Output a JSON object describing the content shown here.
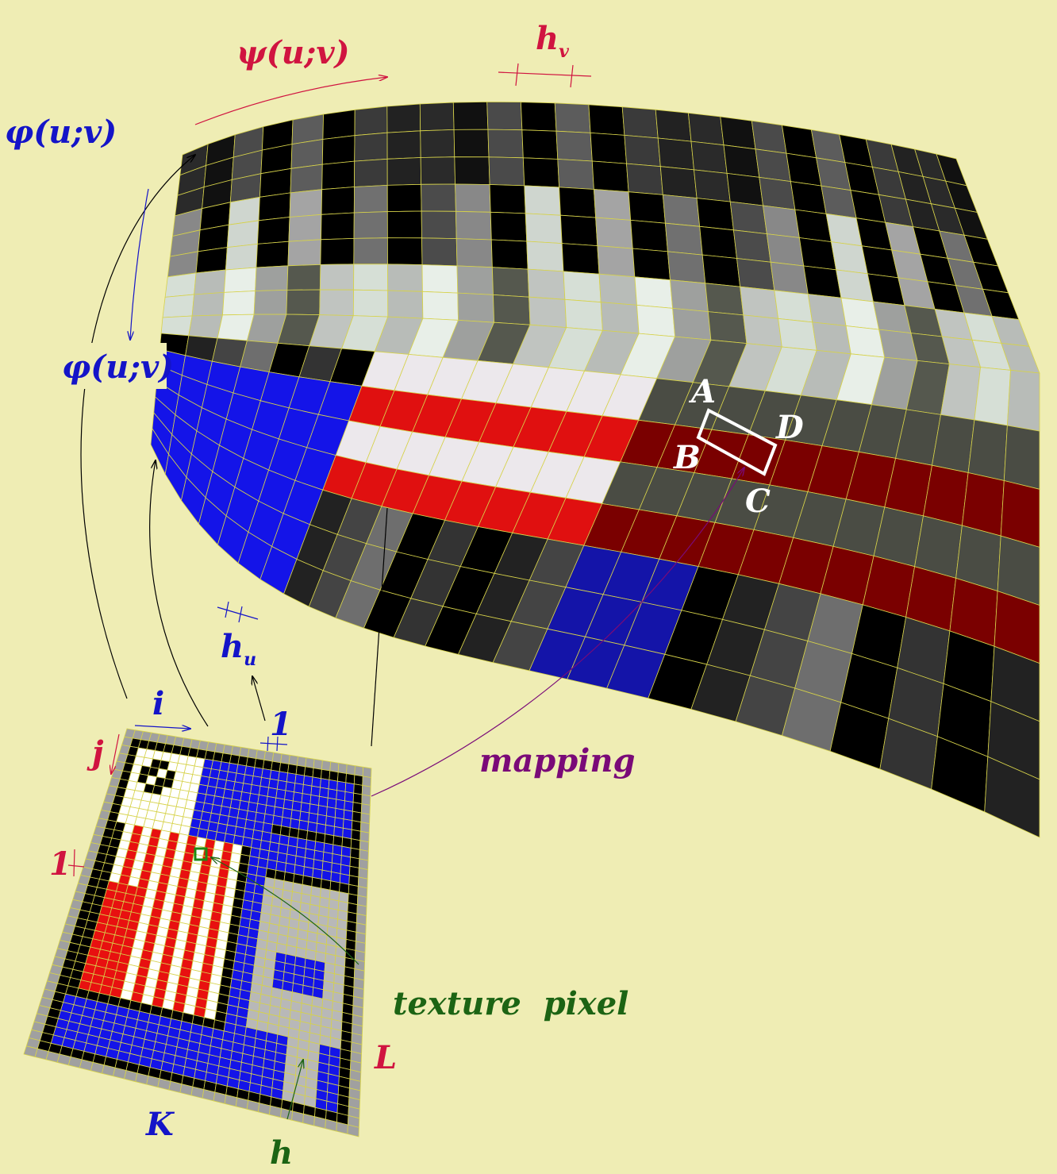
{
  "labels": {
    "psi": "ψ(u;v)",
    "h_v_base": "h",
    "h_v_sub": "v",
    "phi_top": "φ(u;v)",
    "phi_mid": "φ(u;v)",
    "h_u_base": "h",
    "h_u_sub": "u",
    "A": "A",
    "B": "B",
    "C": "C",
    "D": "D",
    "i": "i",
    "j": "j",
    "one_top": "1",
    "one_left": "1",
    "mapping": "mapping",
    "texture_pixel": "texture  pixel",
    "L": "L",
    "K": "K",
    "h": "h"
  },
  "colors": {
    "background": "#efedb4",
    "blue_label": "#1414c8",
    "red_label": "#d01440",
    "purple_label": "#7a0a78",
    "green_label": "#1c6414",
    "white_label": "#ffffff",
    "grid_line": "#d6d24a"
  }
}
